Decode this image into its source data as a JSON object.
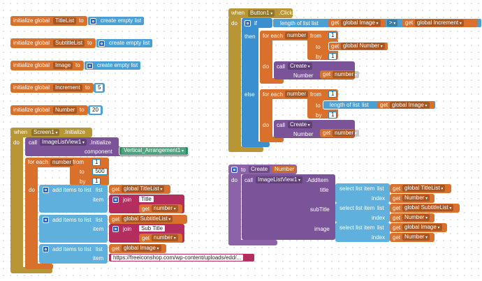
{
  "inits": [
    {
      "prefix": "initialize global",
      "name": "TitleList",
      "to": "to",
      "value": "create empty list"
    },
    {
      "prefix": "initialize global",
      "name": "SubtitleList",
      "to": "to",
      "value": "create empty list"
    },
    {
      "prefix": "initialize global",
      "name": "Image",
      "to": "to",
      "value": "create empty list"
    },
    {
      "prefix": "initialize global",
      "name": "Increment",
      "to": "to",
      "value": "5"
    },
    {
      "prefix": "initialize global",
      "name": "Number",
      "to": "to",
      "value": "20"
    }
  ],
  "screen_init": {
    "when": "when",
    "component": "Screen1",
    "event": ".Initialize",
    "do": "do",
    "call": "call",
    "list_view": "ImageListView1",
    "method": ".Initialize",
    "component_label": "component",
    "arrangement": "Vertical_Arrangement1",
    "for_each": "for each",
    "var": "number",
    "from_label": "from",
    "from": "1",
    "to_label": "to",
    "to": "500",
    "by_label": "by",
    "by": "1",
    "do2": "do",
    "add1": {
      "label": "add items to list",
      "list_label": "list",
      "get": "get",
      "list": "global TitleList",
      "item_label": "item",
      "join": "join",
      "text": "Title",
      "num": "number"
    },
    "add2": {
      "label": "add items to list",
      "list_label": "list",
      "get": "get",
      "list": "global SubtitleList",
      "item_label": "item",
      "join": "join",
      "text": "Sub Title",
      "num": "number"
    },
    "add3": {
      "label": "add items to list",
      "list_label": "list",
      "get": "get",
      "list": "global Image",
      "item_label": "item",
      "url": "https://freeiconshop.com/wp-content/uploads/edd/..."
    }
  },
  "button_click": {
    "when": "when",
    "component": "Button1",
    "event": ".Click",
    "do": "do",
    "if": "if",
    "length_label": "length of list",
    "list_label": "list",
    "get": "get",
    "list": "global Image",
    "op": ">",
    "increment": "global Increment",
    "then": "then",
    "for_each": "for each",
    "var": "number",
    "from_label": "from",
    "from": "1",
    "to_label": "to",
    "to_var": "global Number",
    "by_label": "by",
    "by": "1",
    "do2": "do",
    "call": "call",
    "create": "Create",
    "number_label": "Number",
    "get_num": "number",
    "else": "else",
    "to_list": "length of list",
    "image_list": "global Image"
  },
  "procedure": {
    "to": "to",
    "name": "Create",
    "param": "Number",
    "do": "do",
    "call": "call",
    "list_view": "ImageListView1",
    "method": ".AddItem",
    "title_label": "title",
    "subtitle_label": "subTitle",
    "image_label": "image",
    "select": "select list item",
    "list_label": "list",
    "index_label": "index",
    "get": "get",
    "title_list": "global TitleList",
    "subtitle_list": "global SubtitleList",
    "image_list": "global Image",
    "num": "Number"
  }
}
